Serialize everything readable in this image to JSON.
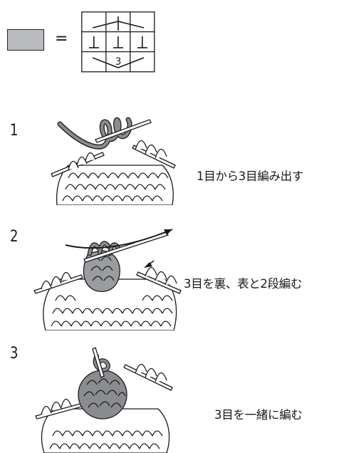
{
  "legend": {
    "equals_sign": "=",
    "symbol_number": "3",
    "swatch_color": "#b9bbbf"
  },
  "steps": [
    {
      "number": "1",
      "caption": "1目から3目編み出す",
      "illustration_icon": "knit-three-from-one-icon"
    },
    {
      "number": "2",
      "caption": "3目を裏、表と2段編む",
      "illustration_icon": "purl-knit-two-rows-icon"
    },
    {
      "number": "3",
      "caption": "3目を一緒に編む",
      "illustration_icon": "knit-three-together-icon"
    }
  ],
  "colors": {
    "yarn_dark": "#1a1a1a",
    "highlight_yarn": "#8a8c90",
    "background": "#ffffff"
  }
}
